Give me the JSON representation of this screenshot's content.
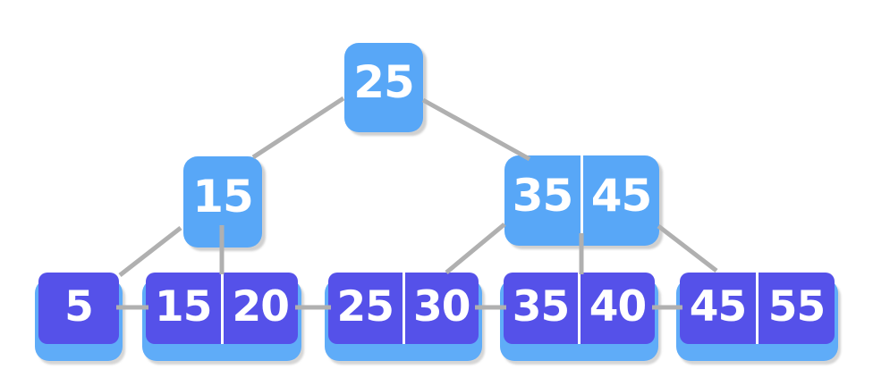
{
  "colors": {
    "internal-fill": "#58A7F7",
    "plate-fill": "#5FACF8",
    "leaf-fill": "#5551E9",
    "link": "#B0B0B0",
    "divider": "#FFFFFF",
    "text": "#FFFFFF"
  },
  "tree": {
    "root": {
      "keys": [
        "25"
      ]
    },
    "internal_left": {
      "keys": [
        "15"
      ]
    },
    "internal_right": {
      "keys": [
        "35",
        "45"
      ]
    },
    "leaves": [
      {
        "keys": [
          "5"
        ]
      },
      {
        "keys": [
          "15",
          "20"
        ]
      },
      {
        "keys": [
          "25",
          "30"
        ]
      },
      {
        "keys": [
          "35",
          "40"
        ]
      },
      {
        "keys": [
          "45",
          "55"
        ]
      }
    ]
  }
}
